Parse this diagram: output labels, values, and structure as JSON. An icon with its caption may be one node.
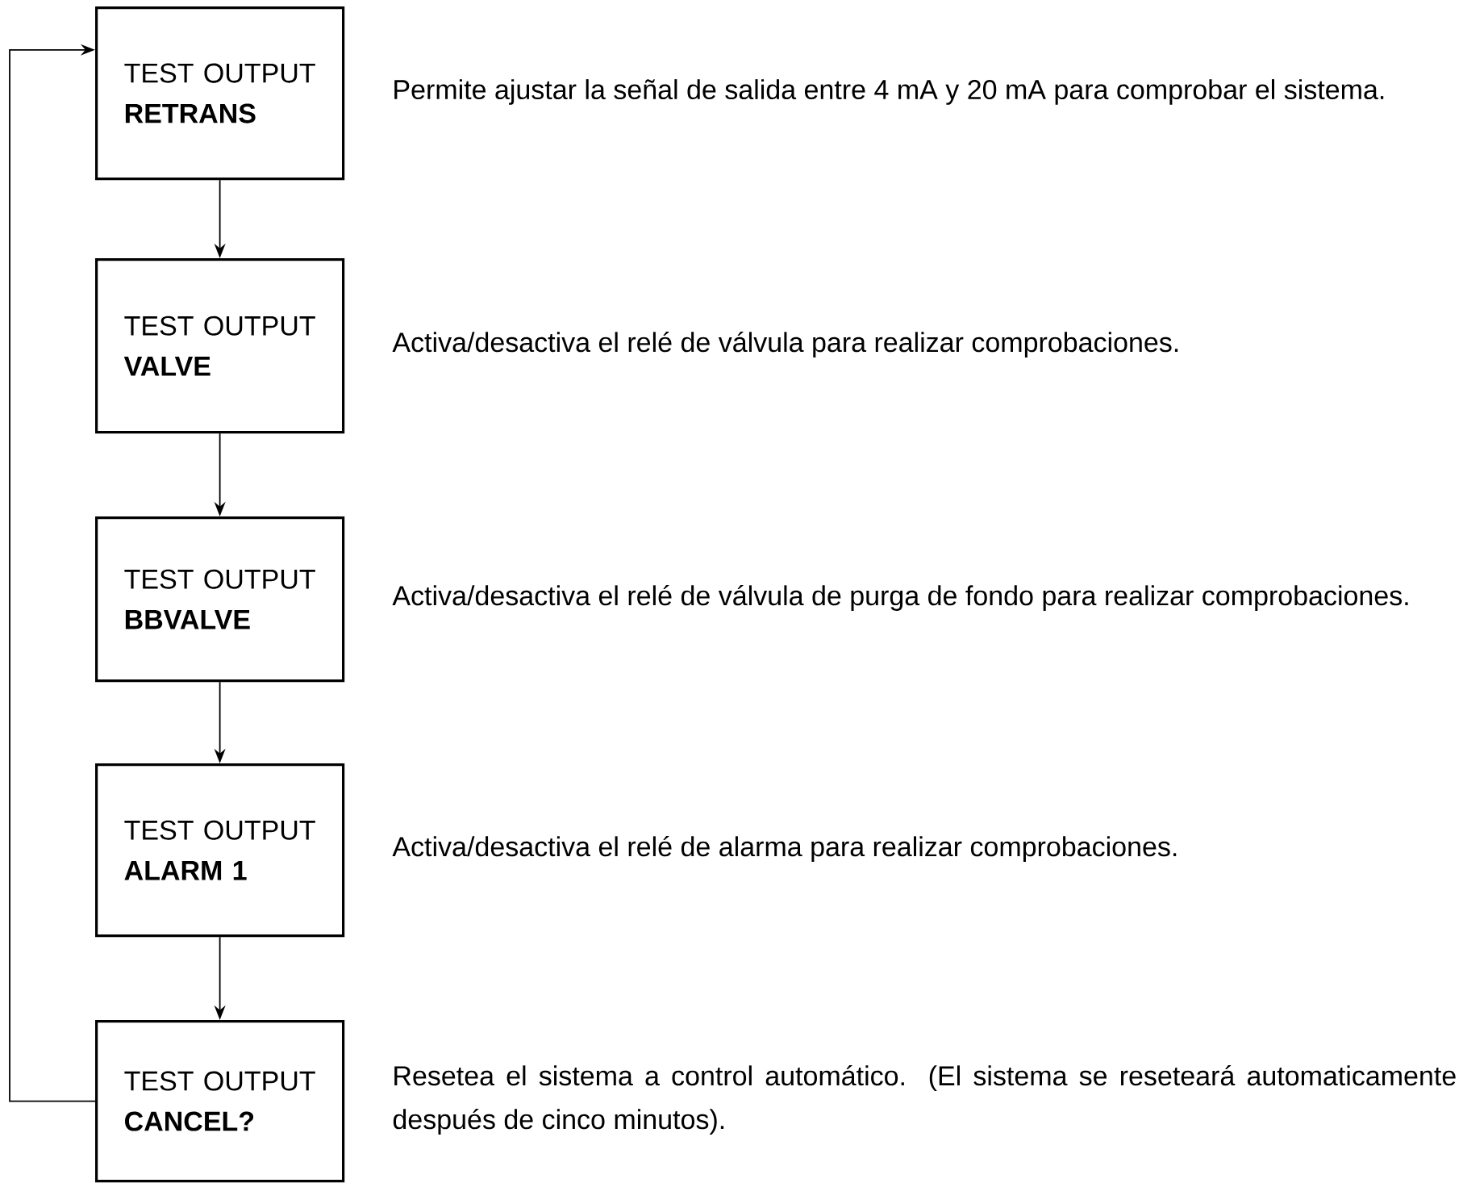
{
  "diagram": {
    "nodes": [
      {
        "text": [
          "TEST OUTPUT",
          "RETRANS"
        ],
        "beside": [
          "Permite ajustar la señal de salida entre 4 mA y 20 mA para comprobar el sistema."
        ]
      },
      {
        "text": [
          "TEST OUTPUT",
          "VALVE"
        ],
        "beside": [
          "Activa/desactiva el relé de válvula para realizar comprobaciones."
        ]
      },
      {
        "text": [
          "TEST OUTPUT",
          "BBVALVE"
        ],
        "beside": [
          "Activa/desactiva el relé de válvula de purga de fondo para realizar comprobaciones."
        ]
      },
      {
        "text": [
          "TEST OUTPUT",
          "ALARM 1"
        ],
        "beside": [
          "Activa/desactiva el relé de alarma para realizar comprobaciones."
        ]
      },
      {
        "text": [
          "TEST OUTPUT",
          "CANCEL?"
        ],
        "beside": [
          "Resetea el sistema a control automático. (El sistema se reseteará automaticamente después de cinco minutos)."
        ]
      }
    ],
    "edges": [
      {
        "from": 0,
        "to": 1,
        "arrow": "to"
      },
      {
        "from": 1,
        "to": 2,
        "arrow": "to"
      },
      {
        "from": 2,
        "to": 3,
        "arrow": "to"
      },
      {
        "from": 3,
        "to": 4,
        "arrow": "to"
      },
      {
        "from": 4,
        "to": 0,
        "arrow": "to"
      }
    ]
  }
}
